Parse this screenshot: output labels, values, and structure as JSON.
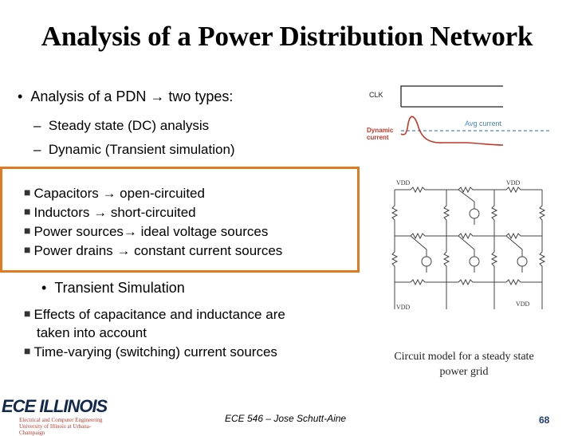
{
  "title": "Analysis of a Power Distribution Network",
  "bullets": {
    "main": "Analysis of a PDN → two types:",
    "dash1": "Steady state (DC) analysis",
    "dash2": "Dynamic (Transient simulation)",
    "dc_items": [
      "Capacitors → open-circuited",
      "Inductors → short-circuited",
      "Power sources→ ideal voltage sources",
      "Power drains → constant current sources"
    ],
    "transient": "Transient Simulation",
    "transient_items": [
      "Effects of capacitance and inductance are",
      "taken into account",
      "Time-varying (switching) current sources"
    ]
  },
  "waveform": {
    "clk_label": "CLK",
    "avg_label": "Avg current",
    "dynamic_label_1": "Dynamic",
    "dynamic_label_2": "current"
  },
  "circuit": {
    "vdd_label": "VDD",
    "caption_1": "Circuit model for a steady state",
    "caption_2": "power grid"
  },
  "footer": {
    "logo_main": "ECE ILLINOIS",
    "logo_sub_1": "Electrical and Computer Engineering",
    "logo_sub_2": "University of Illinois at Urbana-Champaign",
    "course": "ECE 546 – Jose Schutt-Aine",
    "page": "68"
  },
  "colors": {
    "box_border": "#e07a1e",
    "avg_current": "#4a86c5",
    "dynamic_current": "#c0392b"
  }
}
